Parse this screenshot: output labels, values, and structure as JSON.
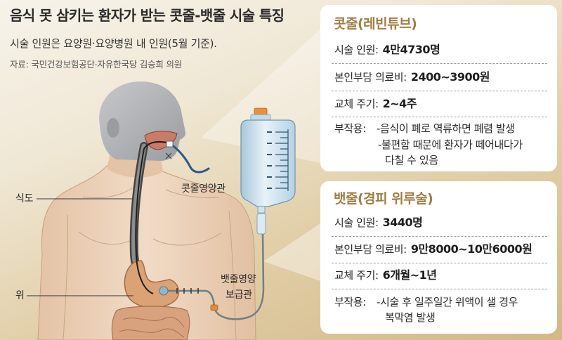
{
  "title": "음식 못 삼키는 환자가 받는 콧줄-뱃줄 시술 특징",
  "subtitle": "시술 인원은 요양원·요양병원 내 인원(5월 기준).",
  "source": "자료: 국민건강보험공단·자유한국당 김승희 의원",
  "illustration": {
    "esophagus_label": "식도",
    "stomach_label": "위",
    "nasal_tube_label": "콧줄영양관",
    "gastric_tube_label": [
      "뱃줄영양",
      "보급관"
    ]
  },
  "panels": [
    {
      "header": "콧줄(레빈튜브)",
      "rows": [
        {
          "label": "시술 인원:",
          "value": "4만4730명"
        },
        {
          "label": "본인부담 의료비:",
          "value": "2400~3900원"
        },
        {
          "label": "교체 주기:",
          "value": "2~4주"
        }
      ],
      "side_effects": {
        "label": "부작용:",
        "lines": [
          "-음식이 폐로 역류하면 폐렴 발생",
          "-불편함 때문에 환자가 떼어내다가",
          "다칠 수 있음"
        ]
      }
    },
    {
      "header": "뱃줄(경피 위루술)",
      "rows": [
        {
          "label": "시술 인원:",
          "value": "3440명"
        },
        {
          "label": "본인부담 의료비:",
          "value": "9만8000~10만6000원"
        },
        {
          "label": "교체 주기:",
          "value": "6개월~1년"
        }
      ],
      "side_effects": {
        "label": "부작용:",
        "lines": [
          "-시술 후 일주일간 위액이 샐 경우",
          "복막염 발생"
        ]
      }
    }
  ],
  "colors": {
    "panel_header": "#a17d44",
    "panel_background": "#ffffff"
  }
}
